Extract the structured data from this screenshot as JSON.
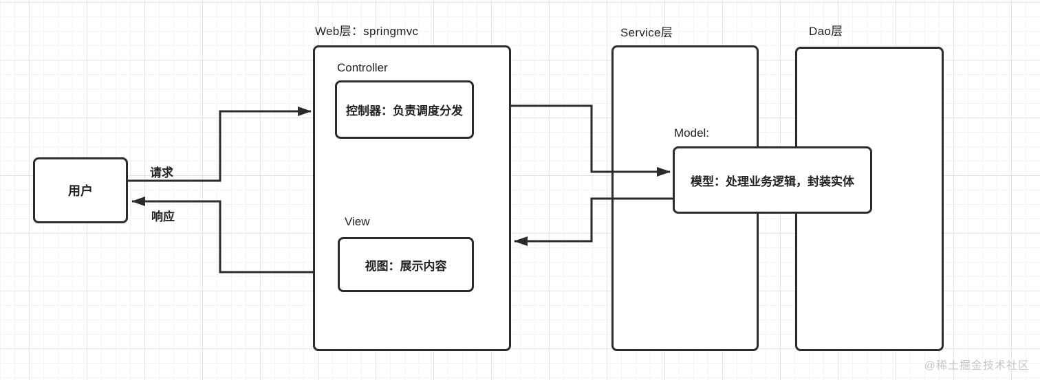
{
  "canvas": {
    "width": "1512",
    "height": "553"
  },
  "nodes": {
    "user": {
      "label": "用户"
    },
    "web": {
      "title": "Web层：springmvc",
      "controller": {
        "heading": "Controller",
        "body": "控制器：负责调度分发"
      },
      "view": {
        "heading": "View",
        "body": "视图：展示内容"
      }
    },
    "service": {
      "title": "Service层"
    },
    "dao": {
      "title": "Dao层"
    },
    "model": {
      "heading": "Model:",
      "body": "模型：处理业务逻辑，封装实体"
    }
  },
  "edges": {
    "request": {
      "label": "请求"
    },
    "response": {
      "label": "响应"
    }
  },
  "watermark": {
    "text": "@稀土掘金技术社区"
  },
  "colors": {
    "stroke": "#2b2b2b",
    "text": "#222222",
    "box_fill": "#ffffff",
    "grid_minor": "#f2f2f3",
    "grid_major": "#e4e4e6",
    "watermark": "#c6c6c6"
  }
}
